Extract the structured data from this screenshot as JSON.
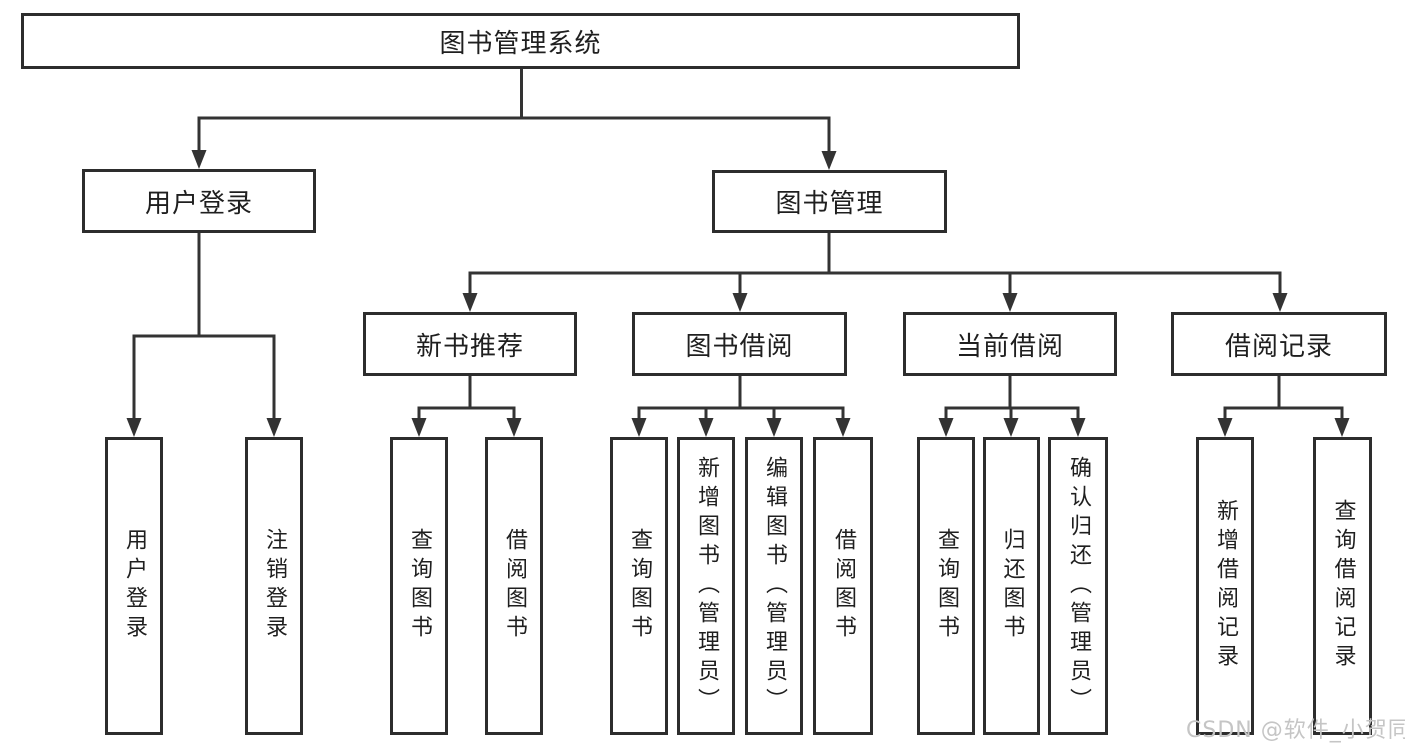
{
  "tree": {
    "label": "图书管理系统",
    "children": [
      {
        "label": "用户登录",
        "children": [
          {
            "label": "用户登录"
          },
          {
            "label": "注销登录"
          }
        ]
      },
      {
        "label": "图书管理",
        "children": [
          {
            "label": "新书推荐",
            "children": [
              {
                "label": "查询图书"
              },
              {
                "label": "借阅图书"
              }
            ]
          },
          {
            "label": "图书借阅",
            "children": [
              {
                "label": "查询图书"
              },
              {
                "label": "新增图书（管理员）"
              },
              {
                "label": "编辑图书（管理员）"
              },
              {
                "label": "借阅图书"
              }
            ]
          },
          {
            "label": "当前借阅",
            "children": [
              {
                "label": "查询图书"
              },
              {
                "label": "归还图书"
              },
              {
                "label": "确认归还（管理员）"
              }
            ]
          },
          {
            "label": "借阅记录",
            "children": [
              {
                "label": "新增借阅记录"
              },
              {
                "label": "查询借阅记录"
              }
            ]
          }
        ]
      }
    ]
  },
  "watermark": {
    "text": "CSDN @软件_小贺同学"
  },
  "colors": {
    "line": "#333333",
    "box_border": "#2d2d2d",
    "text": "#1f1f1f",
    "watermark": "#c5c5c5",
    "background": "#ffffff"
  }
}
